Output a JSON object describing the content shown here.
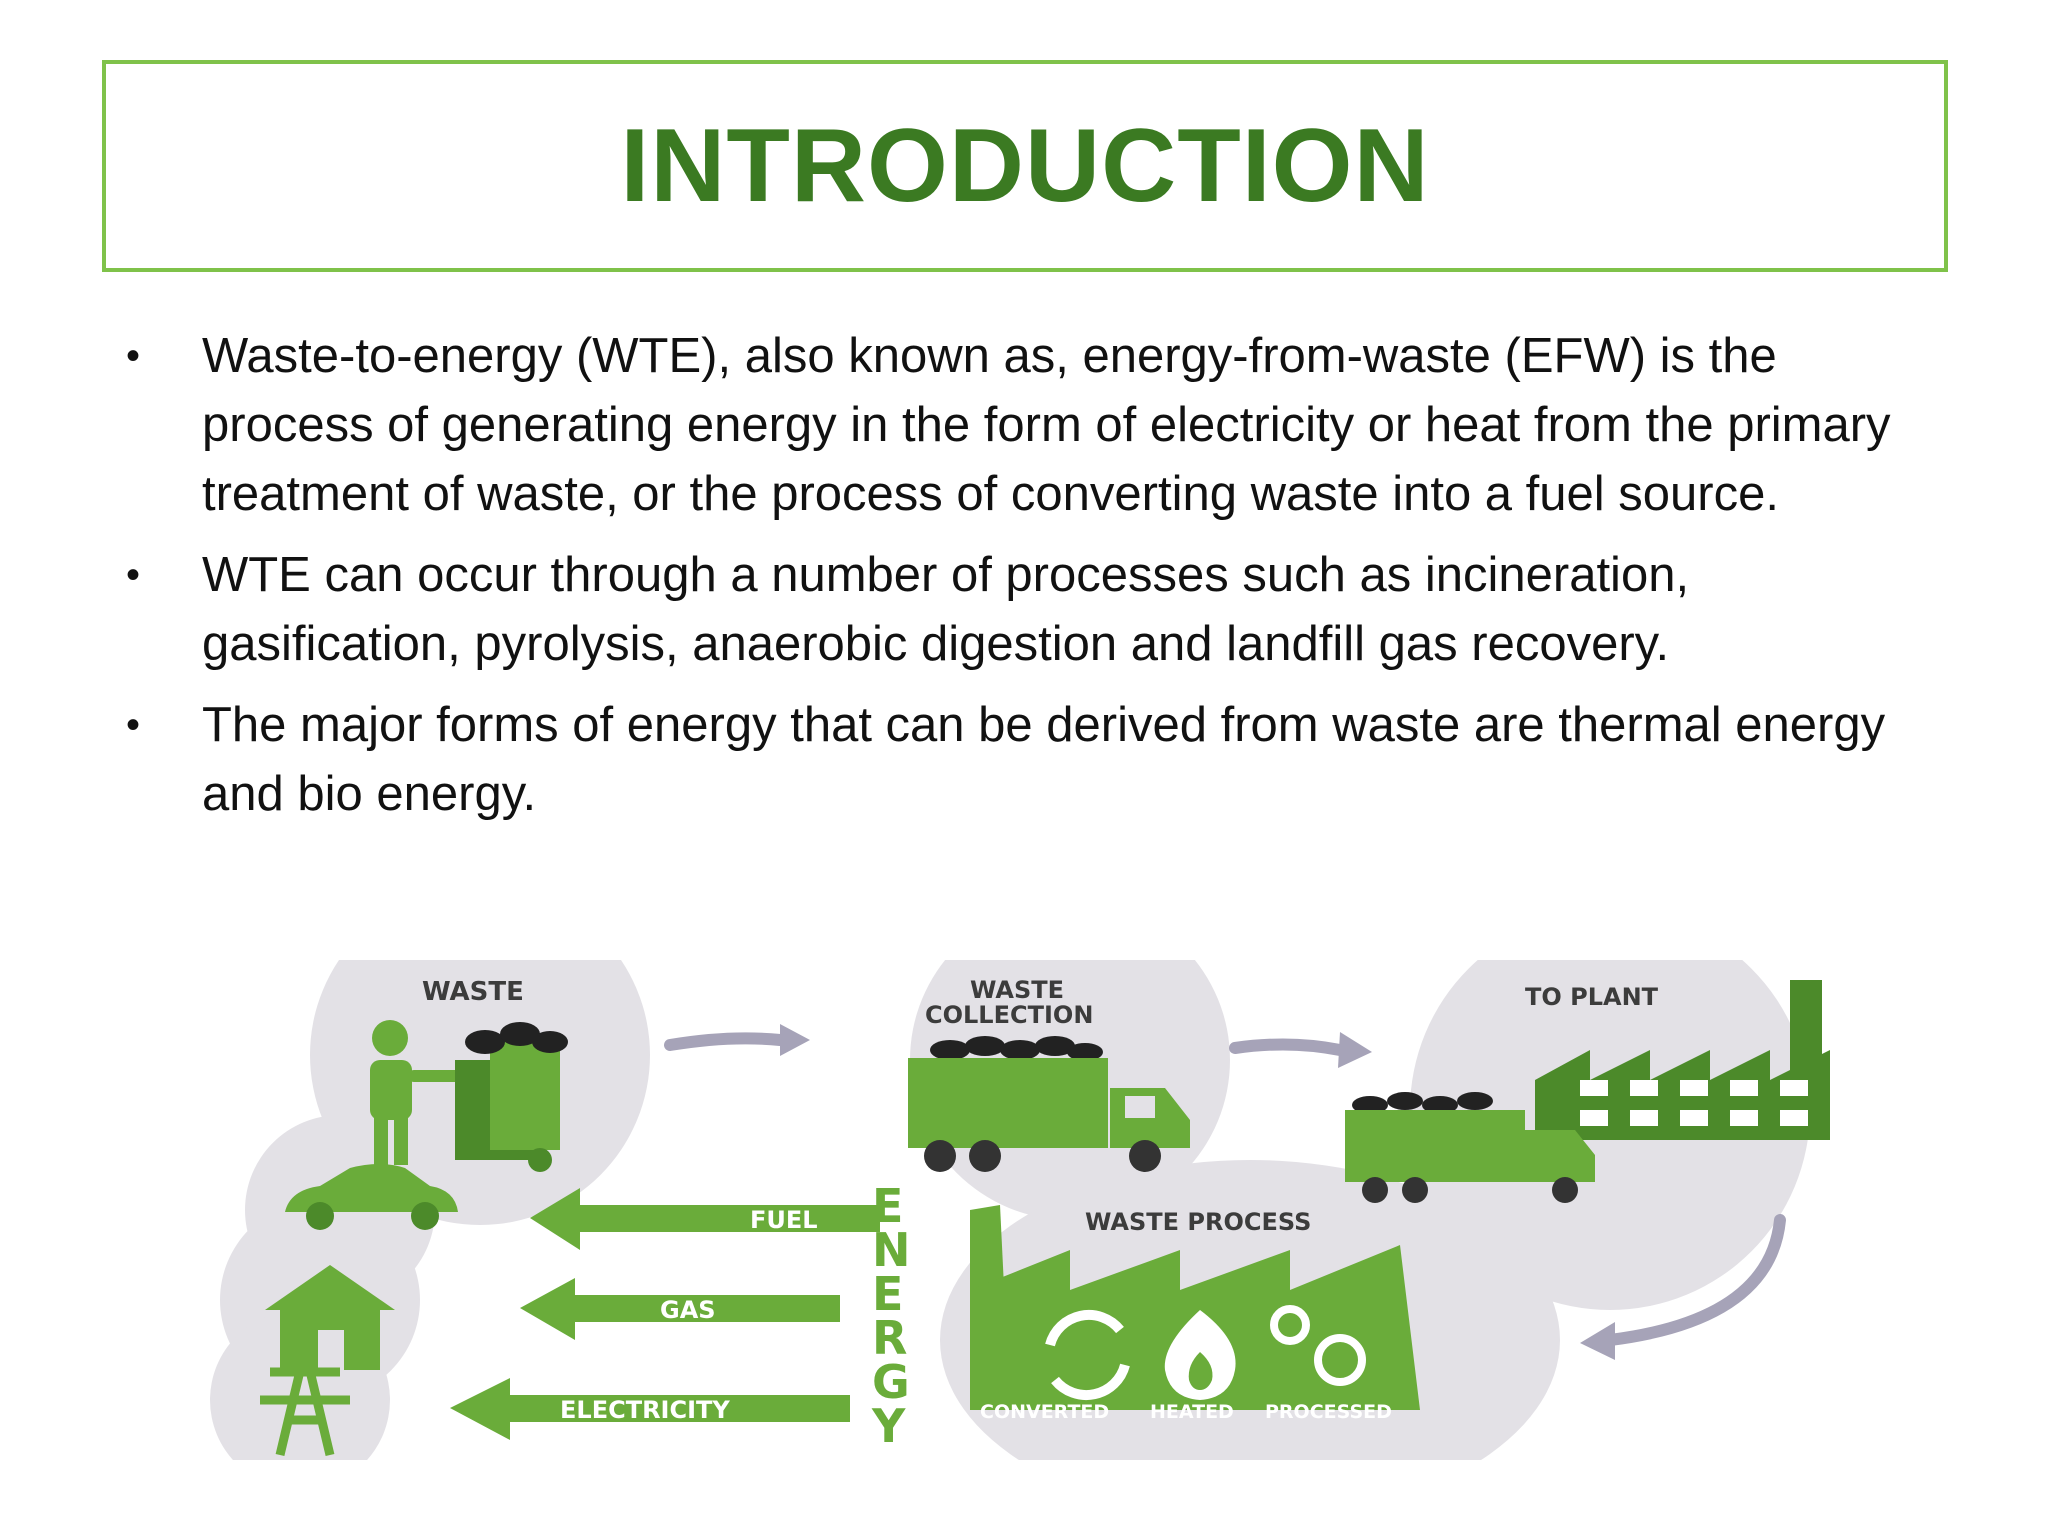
{
  "title": "INTRODUCTION",
  "bullets": [
    "Waste-to-energy (WTE), also known as, energy-from-waste (EFW) is the process of generating energy in the form of electricity or heat from the primary treatment  of waste, or the process of converting waste into a fuel source.",
    "WTE can occur through a number of processes such as incineration, gasification, pyrolysis, anaerobic digestion and landfill gas recovery.",
    "The major forms of energy that can be derived from waste are thermal energy and bio energy."
  ],
  "bullet_glyph": "•",
  "infographic": {
    "waste": "WASTE",
    "waste_collection_1": "WASTE",
    "waste_collection_2": "COLLECTION",
    "to_plant": "TO PLANT",
    "waste_process": "WASTE PROCESS",
    "fuel": "FUEL",
    "gas": "GAS",
    "electricity": "ELECTRICITY",
    "energy_letters": [
      "E",
      "N",
      "E",
      "R",
      "G",
      "Y"
    ],
    "converted": "CONVERTED",
    "heated": "HEATED",
    "processed": "PROCESSED"
  },
  "colors": {
    "title_green": "#3b7a22",
    "border_green": "#7fc24a",
    "icon_green": "#6aac3a",
    "dark_green": "#4c8a2a",
    "circle_grey": "#e3e1e6",
    "arrow_grey": "#a6a3b8"
  }
}
